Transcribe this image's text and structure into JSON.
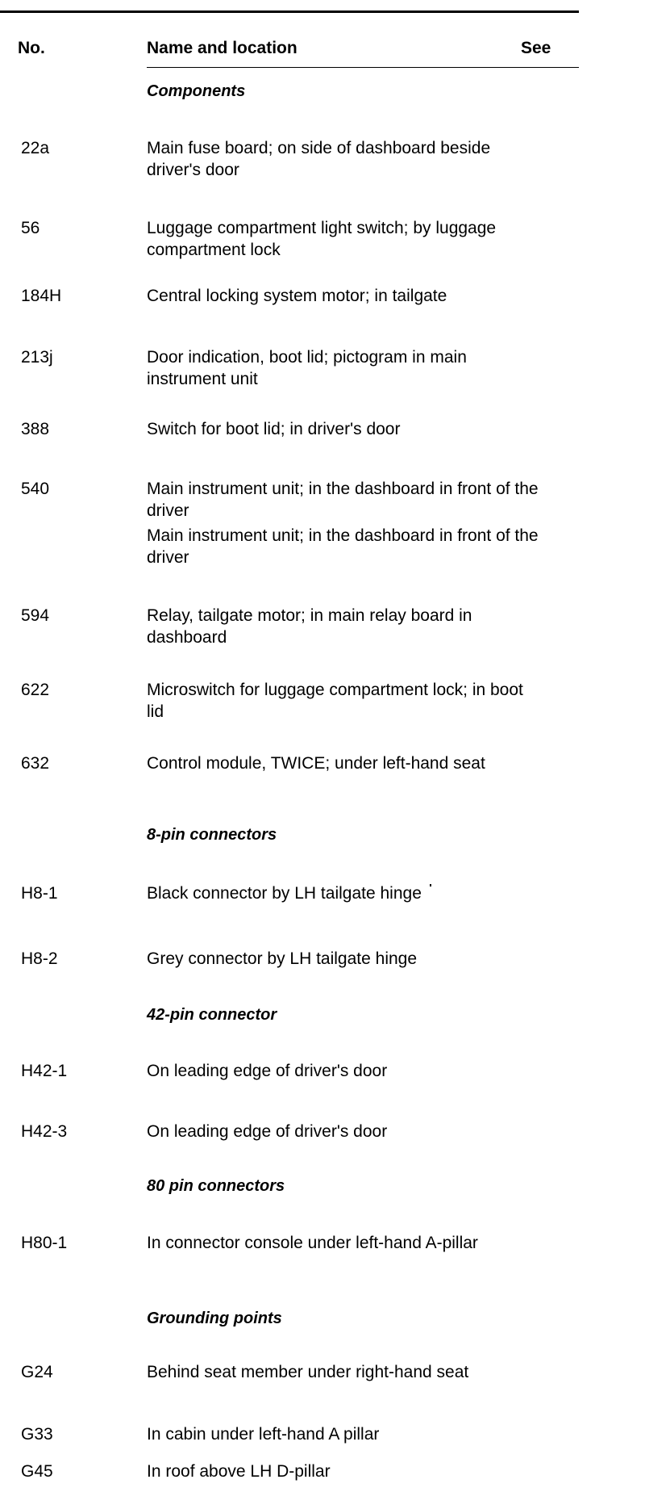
{
  "header": {
    "col_no": "No.",
    "col_name": "Name and location",
    "col_see": "See"
  },
  "sections": [
    {
      "title": "Components",
      "rows": [
        {
          "no": "22a",
          "lines": [
            "Main fuse board; on side of dashboard beside driver's door"
          ]
        },
        {
          "no": "56",
          "lines": [
            "Luggage compartment light switch; by luggage compartment lock"
          ]
        },
        {
          "no": "184H",
          "lines": [
            "Central locking system motor; in tailgate"
          ]
        },
        {
          "no": "213j",
          "lines": [
            "Door indication, boot lid; pictogram in main instrument unit"
          ]
        },
        {
          "no": "388",
          "lines": [
            "Switch for boot lid; in driver's door"
          ]
        },
        {
          "no": "540",
          "lines": [
            "Main instrument unit; in the dashboard in front of the driver",
            "Main instrument unit; in the dashboard in front of the driver"
          ]
        },
        {
          "no": "594",
          "lines": [
            "Relay, tailgate motor; in main relay board in dashboard"
          ]
        },
        {
          "no": "622",
          "lines": [
            "Microswitch for luggage compartment lock; in boot lid"
          ]
        },
        {
          "no": "632",
          "lines": [
            "Control module, TWICE; under left-hand seat"
          ]
        }
      ]
    },
    {
      "title": "8-pin connectors",
      "rows": [
        {
          "no": "H8-1",
          "lines": [
            "Black connector by LH tailgate hinge"
          ]
        },
        {
          "no": "H8-2",
          "lines": [
            "Grey connector by LH tailgate hinge"
          ]
        }
      ]
    },
    {
      "title": "42-pin connector",
      "rows": [
        {
          "no": "H42-1",
          "lines": [
            "On leading edge of driver's door"
          ]
        },
        {
          "no": "H42-3",
          "lines": [
            "On leading edge of driver's door"
          ]
        }
      ]
    },
    {
      "title": "80 pin connectors",
      "rows": [
        {
          "no": "H80-1",
          "lines": [
            "In connector console under left-hand A-pillar"
          ]
        }
      ]
    },
    {
      "title": "Grounding points",
      "rows": [
        {
          "no": "G24",
          "lines": [
            "Behind seat member under right-hand seat"
          ]
        },
        {
          "no": "G33",
          "lines": [
            "In cabin under left-hand A pillar"
          ]
        },
        {
          "no": "G45",
          "lines": [
            "In roof above LH D-pillar"
          ]
        }
      ]
    }
  ]
}
